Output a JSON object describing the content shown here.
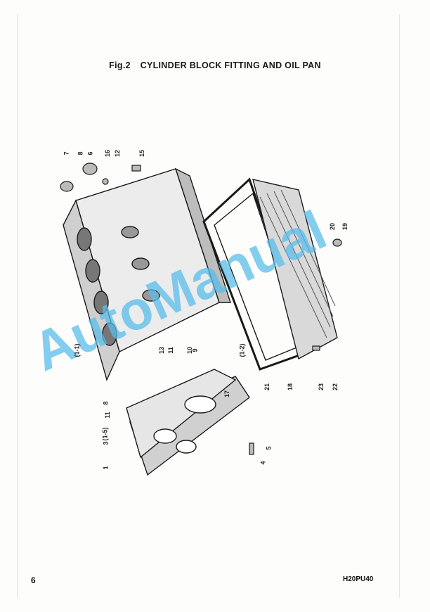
{
  "figure": {
    "label": "Fig.2",
    "title": "CYLINDER BLOCK FITTING AND OIL PAN"
  },
  "callouts": [
    "7",
    "8",
    "6",
    "16",
    "12",
    "15",
    "20",
    "19",
    "(1-1)",
    "13",
    "11",
    "10",
    "9",
    "(1-2)",
    "21",
    "18",
    "23",
    "22",
    "8",
    "11",
    "(1-5)",
    "3",
    "17",
    "1",
    "5",
    "4"
  ],
  "footer": {
    "page_number": "6",
    "code": "H20PU40"
  },
  "watermark": "AutoManual",
  "colors": {
    "watermark": "#5abeeb",
    "ink": "#1a1a1a"
  }
}
